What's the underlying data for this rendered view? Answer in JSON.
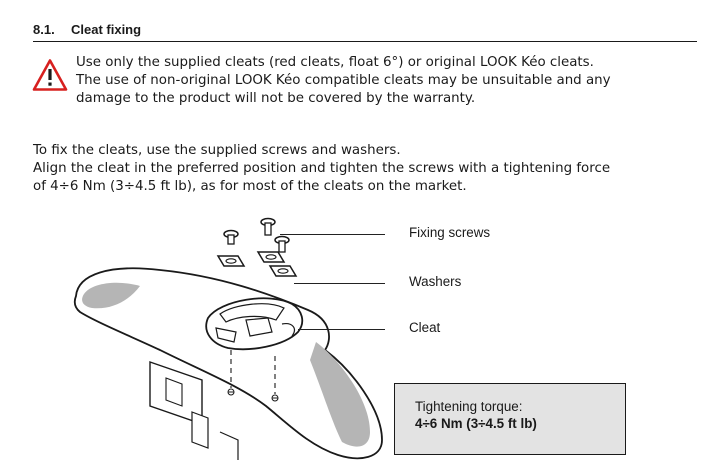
{
  "section": {
    "number": "8.1.",
    "title": "Cleat fixing"
  },
  "warning": {
    "icon": "warning-triangle-icon",
    "icon_color": "#d7201f",
    "lines": [
      "Use only the supplied cleats (red cleats, float 6°) or original LOOK Kéo cleats.",
      "The use of non-original LOOK Kéo compatible cleats may be unsuitable and any",
      "damage to the product will not be covered by the warranty."
    ]
  },
  "instructions": {
    "lines": [
      "To fix the cleats, use the supplied screws and washers.",
      "Align the cleat in the preferred position and tighten the screws with a tightening force",
      "of 4÷6 Nm (3÷4.5 ft lb), as for most of the cleats on the market."
    ]
  },
  "figure": {
    "callouts": {
      "screws": "Fixing screws",
      "washers": "Washers",
      "cleat": "Cleat"
    },
    "torque_label": "Tightening torque:",
    "torque_value": "4÷6 Nm (3÷4.5 ft lb)",
    "shoe_sole_color": "#b5b5b5"
  }
}
